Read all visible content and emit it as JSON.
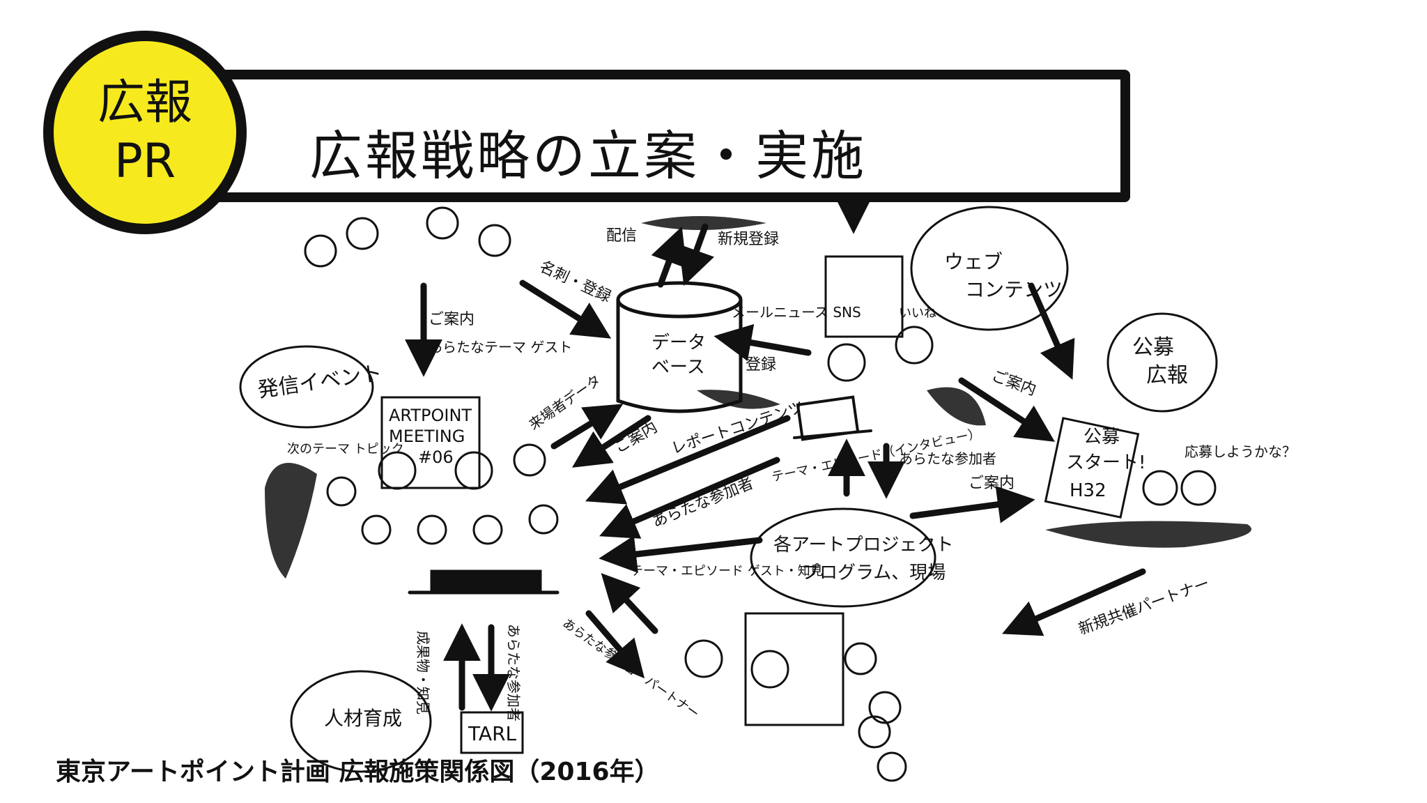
{
  "badge": {
    "line1": "広報",
    "line2": "PR"
  },
  "title": "広報戦略の立案・実施",
  "caption": "東京アートポイント計画 広報施策関係図（2016年）",
  "colors": {
    "badge": "#f6ea1e",
    "ink": "#111111",
    "background": "#ffffff"
  },
  "sketch": {
    "database": [
      "データ",
      "ベース"
    ],
    "event_bubble": "発信イベント",
    "meeting_sign": [
      "ARTPOINT",
      "MEETING",
      "#06"
    ],
    "web_bubble": [
      "ウェブ",
      "コンテンツ"
    ],
    "recruit_bubble": [
      "公募",
      "広報"
    ],
    "recruit_poster": [
      "公募",
      "スタート!",
      "H32"
    ],
    "project_bubble": [
      "各アートプロジェクト",
      "プログラム、現場"
    ],
    "training_bubble": "人材育成",
    "tarl_sign": "TARL",
    "labels": {
      "haishin": "配信",
      "shinki_touroku": "新規登録",
      "meishi_touroku": "名刺・登録",
      "goannai_top": "ご案内",
      "new_theme_guest": "あらたなテーマ ゲスト",
      "mail_news_sns": "メールニュース SNS",
      "touroku": "登録",
      "goannai_right": "ご案内",
      "raijousha_data": "来場者データ",
      "goannai_mid": "ご案内",
      "report_contents": "レポートコンテンツ",
      "new_participants": "あらたな参加者",
      "theme_episode_interview": "テーマ・エピソード（インタビュー）",
      "arata_sankasha": "あらたな参加者",
      "goannai_lower": "ご案内",
      "next_theme_topic": "次のテーマ トピック",
      "theme_episode_guest": "テーマ・エピソード ゲスト・知見",
      "seika_chiken": "成果物・知見",
      "arata_sankasha_tarl": "あらたな参加者",
      "arata_sankasha_partner": "あらたな参加者・パートナー",
      "shinki_partner": "新規共催パートナー",
      "iine": "いいね",
      "oboshiyouka": "応募しようかな？"
    }
  }
}
